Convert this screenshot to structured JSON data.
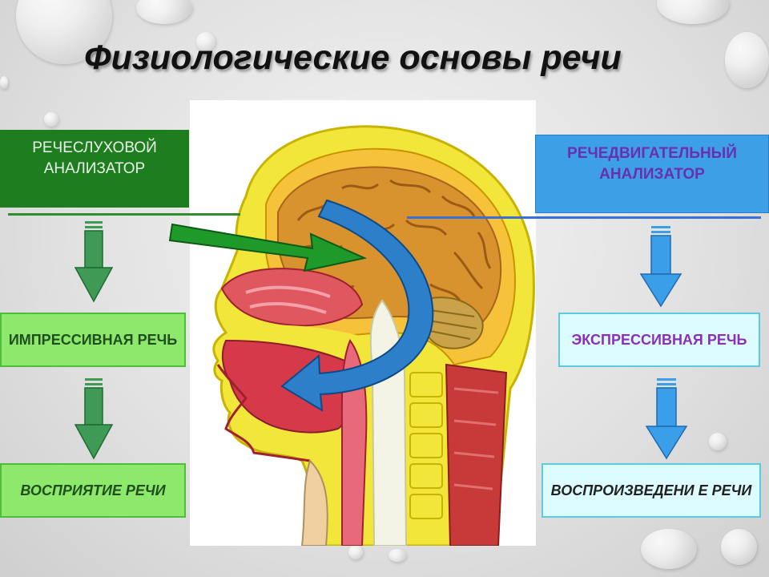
{
  "title": "Физиологические основы речи",
  "left": {
    "top_box": "РЕЧЕСЛУХОВОЙ АНАЛИЗАТОР",
    "middle_box": "ИМПРЕССИВНАЯ РЕЧЬ",
    "bottom_box": "ВОСПРИЯТИЕ РЕЧИ"
  },
  "right": {
    "top_box": "РЕЧЕДВИГАТЕЛЬНЫЙ АНАЛИЗАТОР",
    "middle_box": "ЭКСПРЕССИВНАЯ РЕЧЬ",
    "bottom_box": "ВОСПРОИЗВЕДЕНИ Е РЕЧИ"
  },
  "colors": {
    "left_accent": "#1e7d1e",
    "left_box_fill": "#8ee86b",
    "left_arrow": "#3f9a55",
    "right_accent": "#3d9fe6",
    "right_box_fill": "#dcfcff",
    "right_arrow": "#3b9ee8",
    "right_text": "#8a2fb8"
  },
  "illustration": {
    "subject": "sagittal-head-section-icon"
  }
}
